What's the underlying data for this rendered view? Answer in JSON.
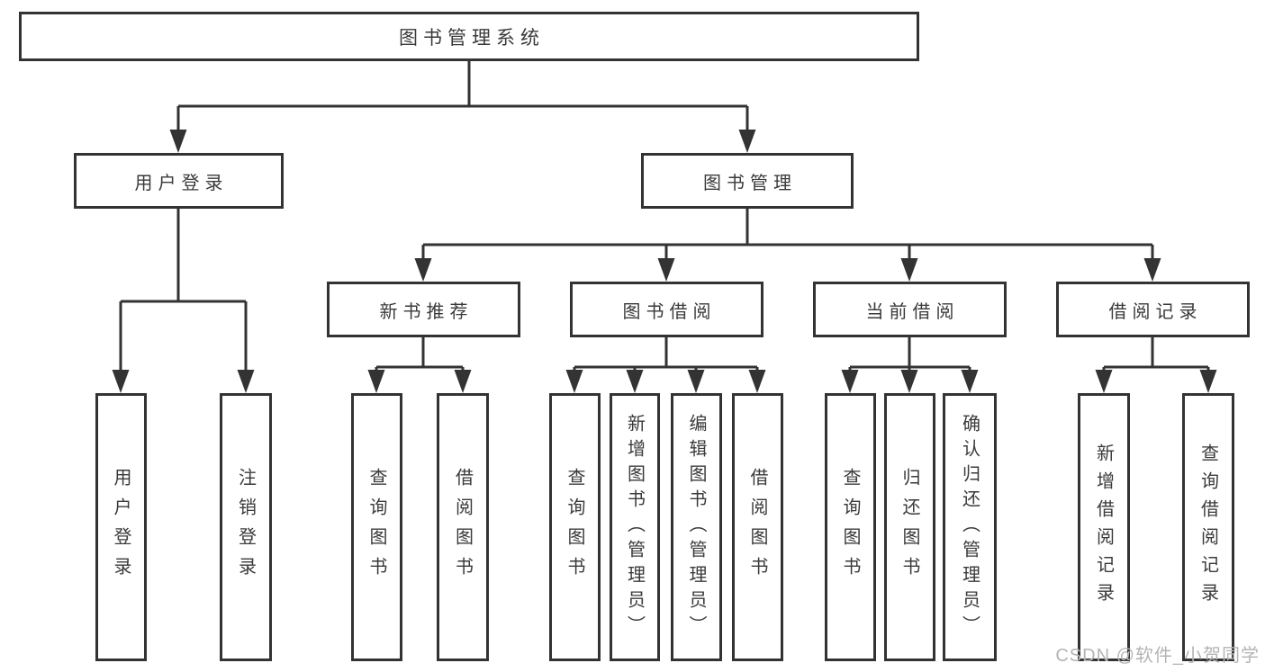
{
  "diagram": {
    "root": {
      "label": "图书管理系统"
    },
    "level2": [
      {
        "label": "用户登录",
        "children": [
          {
            "label": "用户登录"
          },
          {
            "label": "注销登录"
          }
        ]
      },
      {
        "label": "图书管理",
        "children": [
          {
            "label": "新书推荐",
            "children": [
              {
                "label": "查询图书"
              },
              {
                "label": "借阅图书"
              }
            ]
          },
          {
            "label": "图书借阅",
            "children": [
              {
                "label": "查询图书"
              },
              {
                "label": "新增图书（管理员）"
              },
              {
                "label": "编辑图书（管理员）"
              },
              {
                "label": "借阅图书"
              }
            ]
          },
          {
            "label": "当前借阅",
            "children": [
              {
                "label": "查询图书"
              },
              {
                "label": "归还图书"
              },
              {
                "label": "确认归还（管理员）"
              }
            ]
          },
          {
            "label": "借阅记录",
            "children": [
              {
                "label": "新增借阅记录"
              },
              {
                "label": "查询借阅记录"
              }
            ]
          }
        ]
      }
    ]
  },
  "watermark": {
    "text": "CSDN @软件_小贺同学"
  },
  "colors": {
    "line": "#333333",
    "text": "#3a3a3a",
    "watermark": "#b4b4b4",
    "background": "#ffffff"
  }
}
